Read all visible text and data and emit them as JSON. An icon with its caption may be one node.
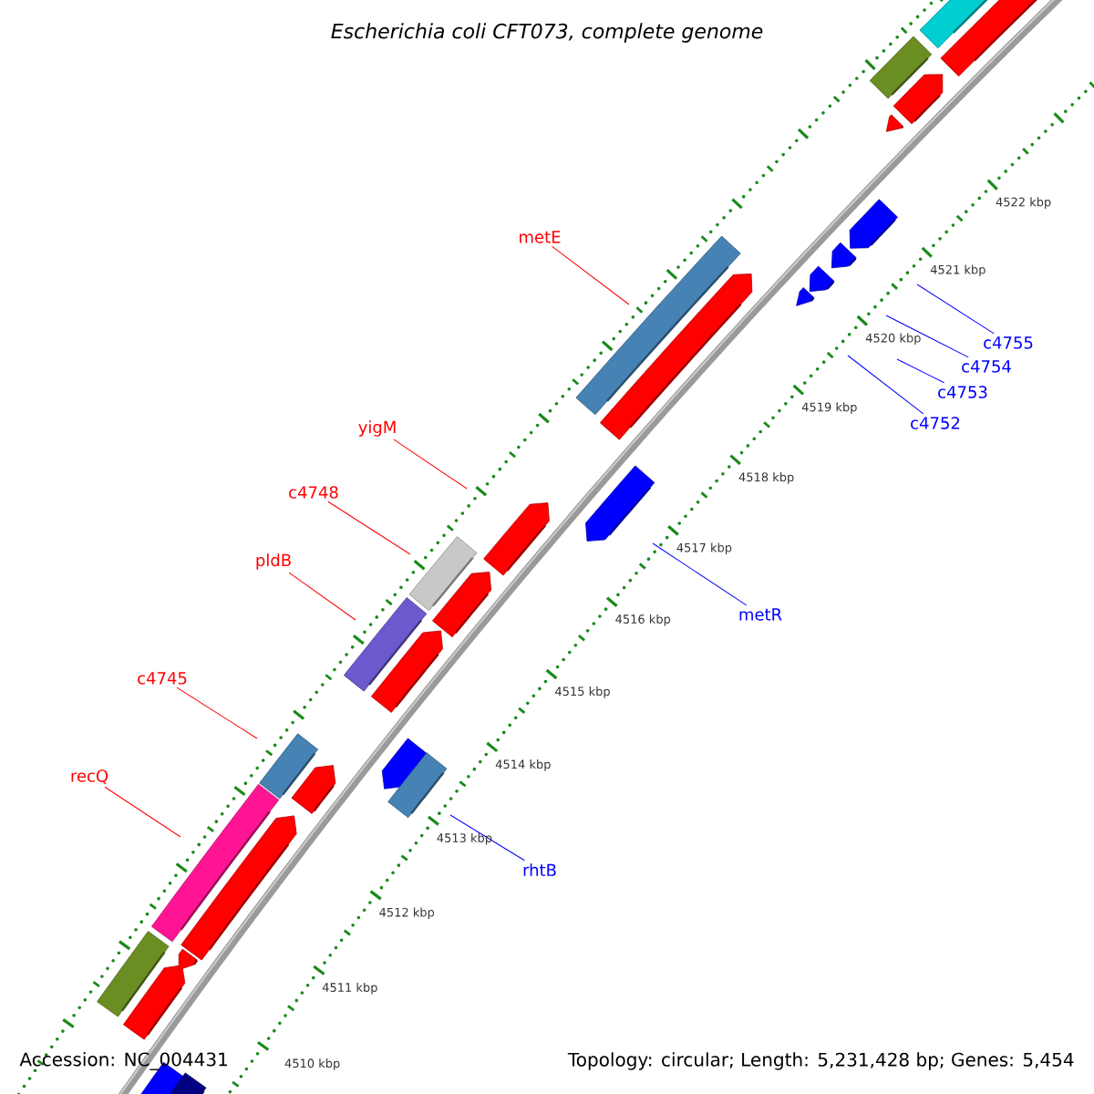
{
  "diagram": {
    "title": "Escherichia coli CFT073, complete genome",
    "nodes": [
      {
        "text": [
          "metE"
        ]
      },
      {
        "text": [
          "yigM"
        ]
      },
      {
        "text": [
          "c4748"
        ]
      },
      {
        "text": [
          "pldB"
        ]
      },
      {
        "text": [
          "c4745"
        ]
      },
      {
        "text": [
          "recQ"
        ]
      },
      {
        "text": [
          "c4755"
        ]
      },
      {
        "text": [
          "c4754"
        ]
      },
      {
        "text": [
          "c4753"
        ]
      },
      {
        "text": [
          "c4752"
        ]
      },
      {
        "text": [
          "metR"
        ]
      },
      {
        "text": [
          "rhtB"
        ]
      }
    ],
    "edges": [
      {
        "from": 0,
        "to": null,
        "arrow": "none",
        "color": "#ff0000"
      },
      {
        "from": 1,
        "to": null,
        "arrow": "none",
        "color": "#ff0000"
      },
      {
        "from": 2,
        "to": null,
        "arrow": "none",
        "color": "#ff0000"
      },
      {
        "from": 3,
        "to": null,
        "arrow": "none",
        "color": "#ff0000"
      },
      {
        "from": 4,
        "to": null,
        "arrow": "none",
        "color": "#ff0000"
      },
      {
        "from": 5,
        "to": null,
        "arrow": "none",
        "color": "#ff0000"
      },
      {
        "from": 6,
        "to": null,
        "arrow": "none",
        "color": "#0000ff"
      },
      {
        "from": 7,
        "to": null,
        "arrow": "none",
        "color": "#0000ff"
      },
      {
        "from": 8,
        "to": null,
        "arrow": "none",
        "color": "#0000ff"
      },
      {
        "from": 9,
        "to": null,
        "arrow": "none",
        "color": "#0000ff"
      },
      {
        "from": 10,
        "to": null,
        "arrow": "none",
        "color": "#0000ff"
      },
      {
        "from": 11,
        "to": null,
        "arrow": "none",
        "color": "#0000ff"
      }
    ],
    "labels": [
      "4522 kbp",
      "4521 kbp",
      "4520 kbp",
      "4519 kbp",
      "4518 kbp",
      "4517 kbp",
      "4516 kbp",
      "4515 kbp",
      "4514 kbp",
      "4513 kbp",
      "4512 kbp",
      "4511 kbp",
      "4510 kbp",
      "Accession: NC_004431",
      "Topology: circular; Length: 5,231,428 bp; Genes: 5,454"
    ]
  }
}
